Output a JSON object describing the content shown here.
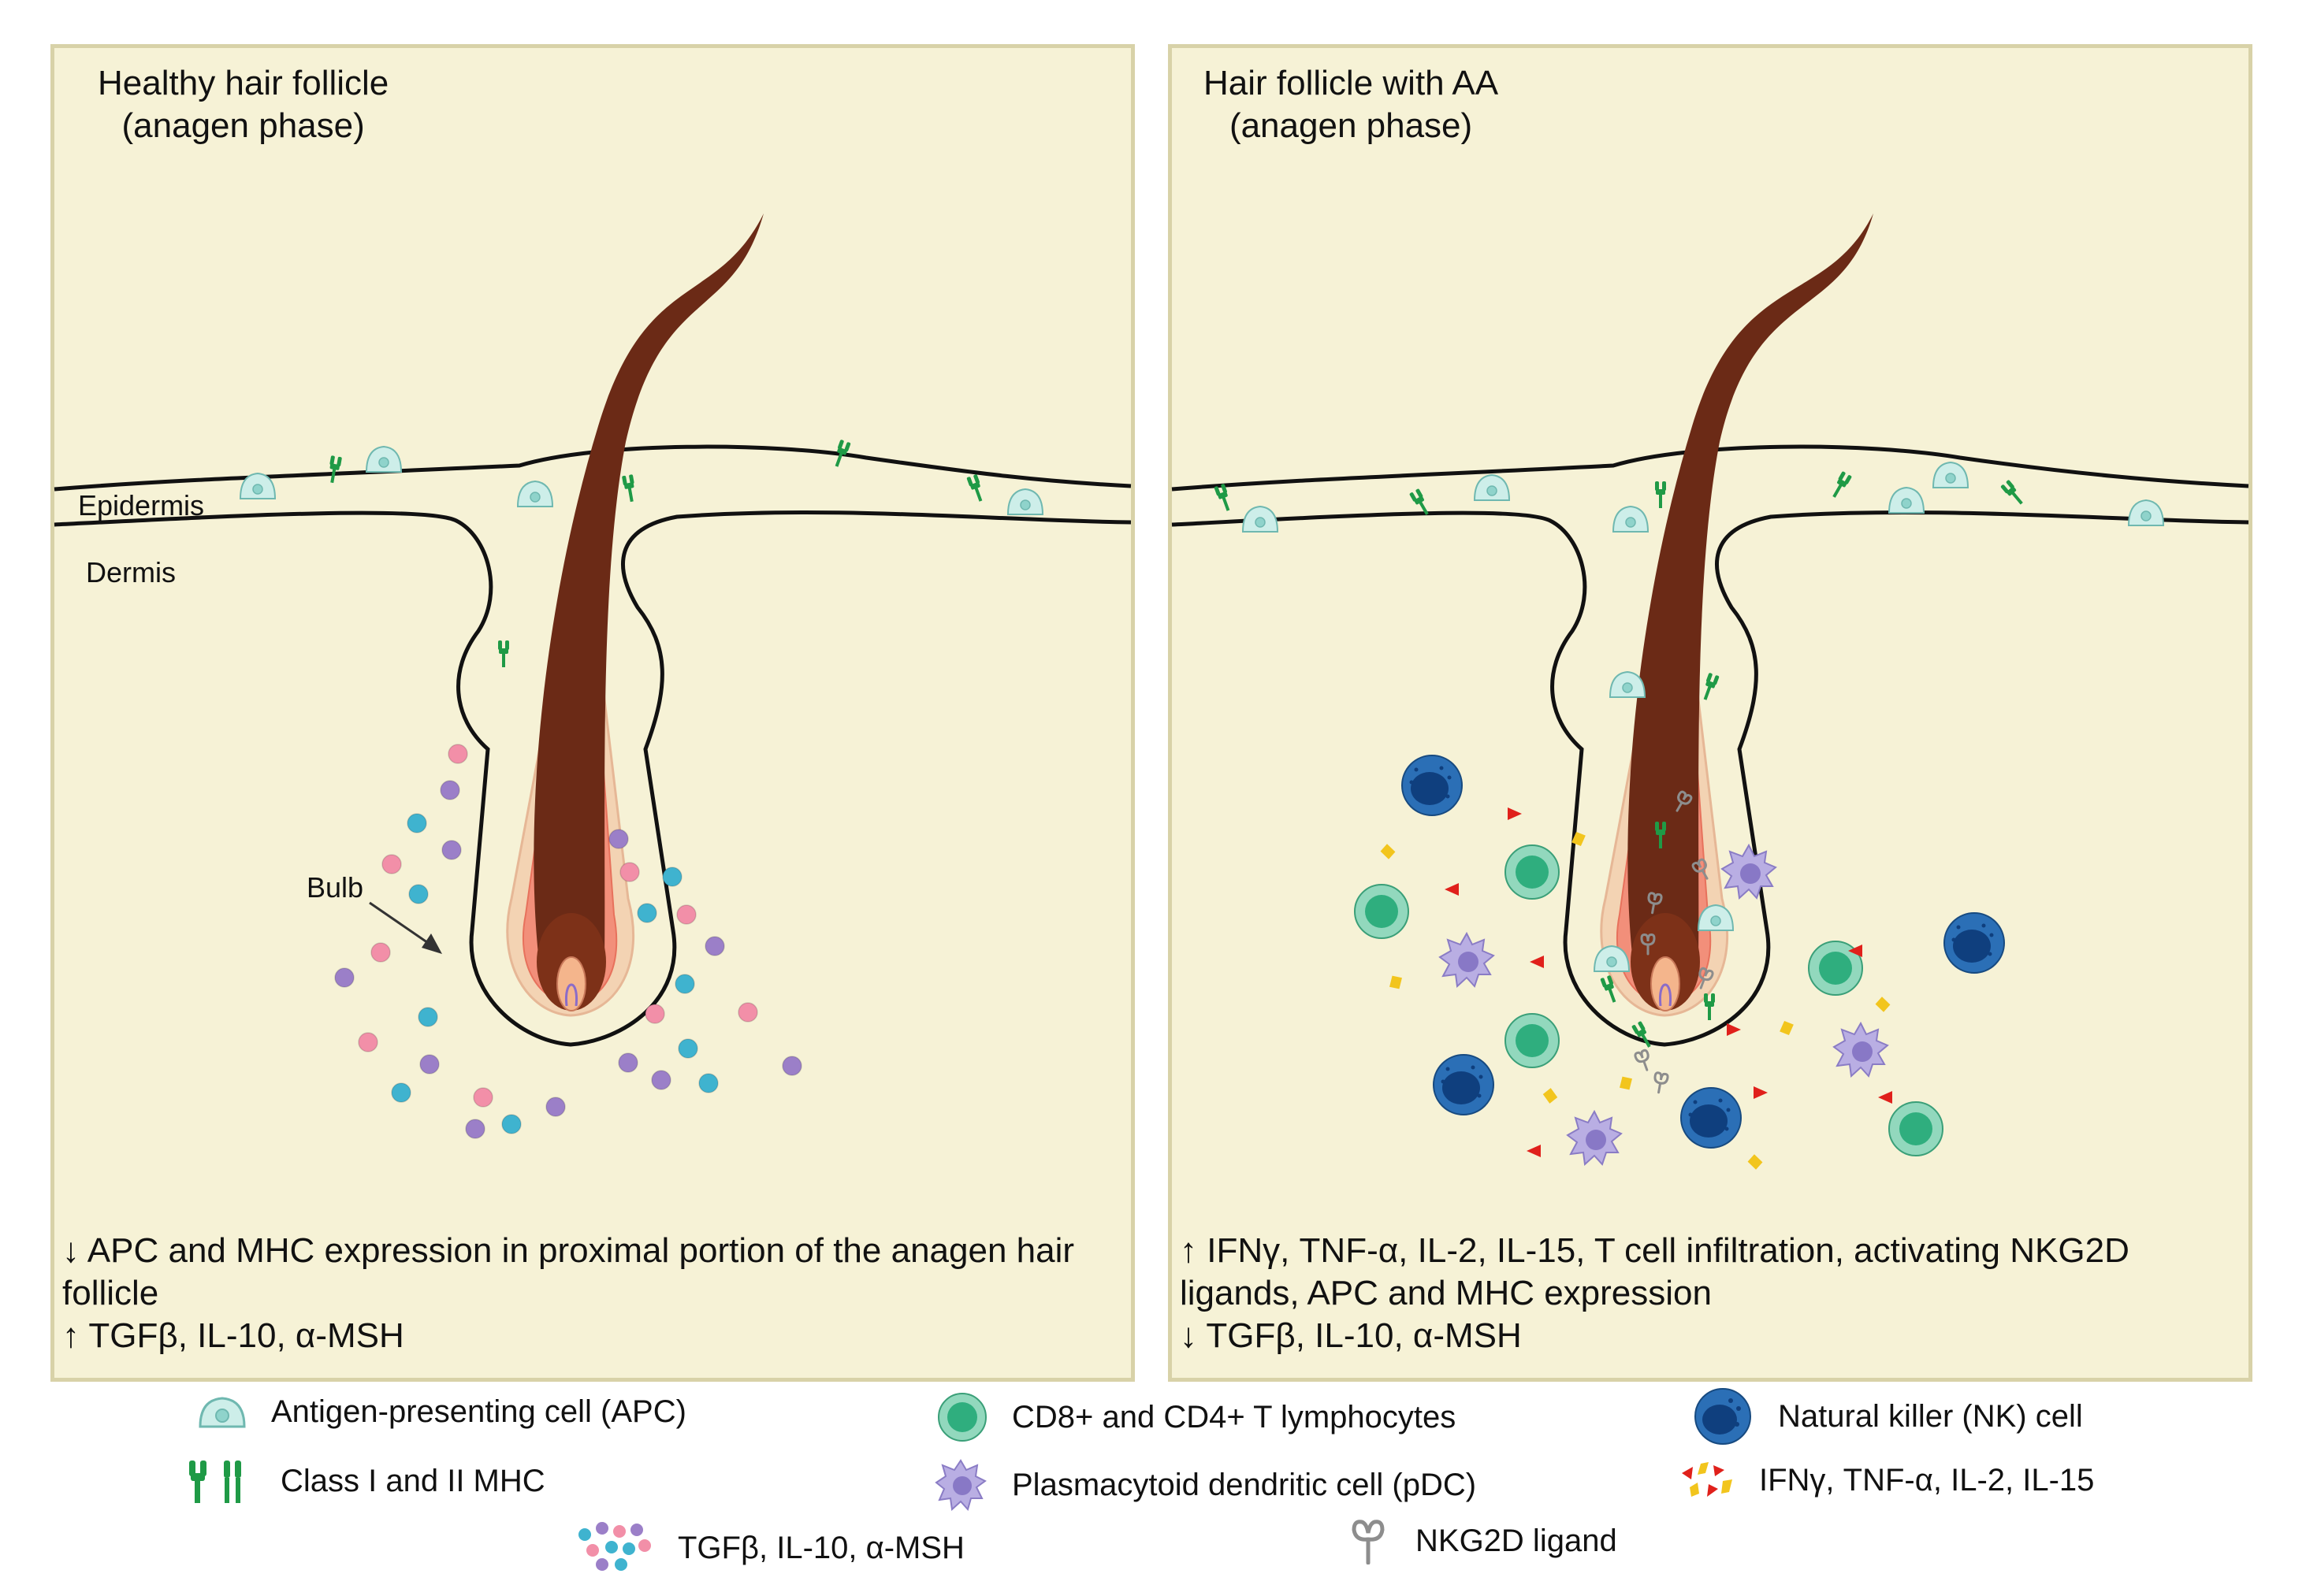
{
  "panels": {
    "left": {
      "title_line1": "Healthy hair follicle",
      "title_line2": "(anagen phase)",
      "epidermis_label": "Epidermis",
      "dermis_label": "Dermis",
      "bulb_label": "Bulb",
      "caption_line1": "↓ APC and MHC expression in proximal portion of the anagen hair follicle",
      "caption_line2": "↑ TGFβ, IL-10,  α-MSH"
    },
    "right": {
      "title_line1": "Hair follicle with AA",
      "title_line2": "(anagen phase)",
      "caption_line1": "↑ IFNγ, TNF-α, IL-2, IL-15, T cell infiltration, activating NKG2D ligands, APC and MHC expression",
      "caption_line2": "↓ TGFβ, IL-10,  α-MSH"
    }
  },
  "legend": {
    "apc": "Antigen-presenting cell (APC)",
    "mhc": "Class I and II MHC",
    "tgf": "TGFβ, IL-10,  α-MSH",
    "tcell": "CD8+ and CD4+ T lymphocytes",
    "pdc": "Plasmacytoid dendritic cell (pDC)",
    "nkg2d": "NKG2D ligand",
    "nk": "Natural killer (NK) cell",
    "cytokines": "IFNγ, TNF-α, IL-2, IL-15"
  },
  "colors": {
    "panel_bg": "#f6f2d6",
    "hair": "#6b2a16",
    "apc": "#cdeee9",
    "mhc": "#1f9a46",
    "tcell": "#3dbb8e",
    "pdc": "#a99bd8",
    "nk": "#1d5fa8",
    "cytokine_red": "#e0201b",
    "cytokine_yellow": "#f2c51d",
    "tgf_pink": "#f28fa8",
    "tgf_purple": "#9b7fc8",
    "tgf_blue": "#3fb3cf"
  }
}
